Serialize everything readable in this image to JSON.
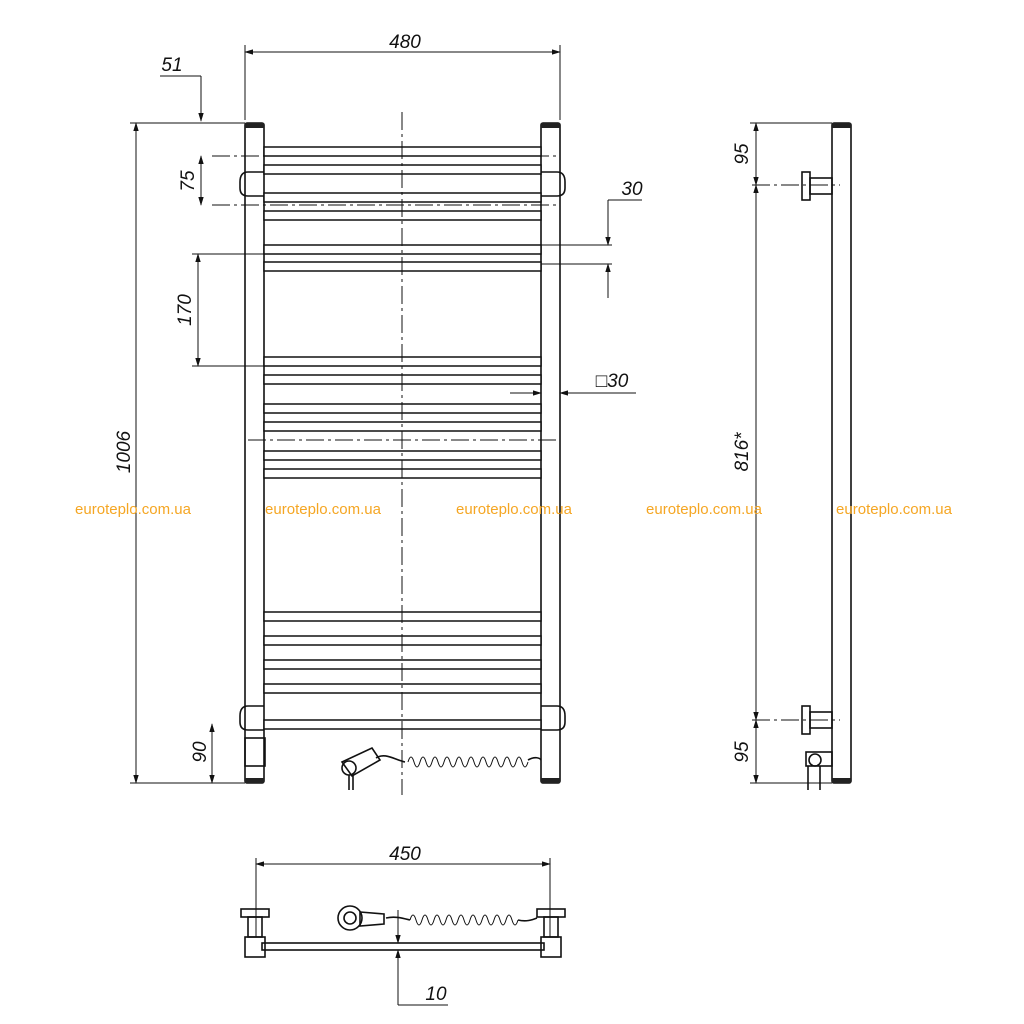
{
  "dimensions": {
    "front_width": "480",
    "top_gap": "51",
    "bar_pitch_top": "75",
    "bar_gap": "30",
    "bar_section": "170",
    "profile": "□30",
    "total_height": "1006",
    "bottom_connection": "90",
    "side_top": "95",
    "side_between": "816*",
    "side_bottom": "95",
    "plan_width": "450",
    "plan_offset": "10"
  },
  "watermarks": [
    "euroteplo.com.ua",
    "euroteplo.com.ua",
    "euroteplo.com.ua",
    "euroteplo.com.ua",
    "euroteplo.com.ua"
  ],
  "colors": {
    "watermark": "#f5a623",
    "line": "#111111"
  }
}
